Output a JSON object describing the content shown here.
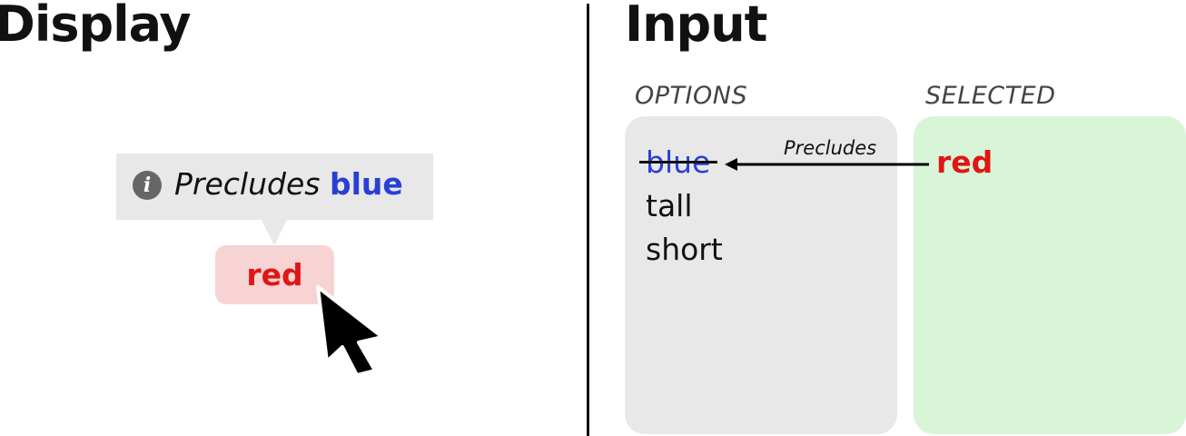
{
  "display": {
    "heading": "Display",
    "tooltip": {
      "icon": "info-icon",
      "verb": "Precludes",
      "target": "blue"
    },
    "chip_label": "red",
    "cursor_icon": "mouse-pointer-icon"
  },
  "input": {
    "heading": "Input",
    "options": {
      "label": "OPTIONS",
      "items": [
        "blue",
        "tall",
        "short"
      ],
      "struck_item": "blue"
    },
    "selected": {
      "label": "SELECTED",
      "items": [
        "red"
      ]
    },
    "arrow_label": "Precludes"
  },
  "colors": {
    "blue": "#2a3fd6",
    "red": "#e01616",
    "chip_bg": "#f7d3d3",
    "selected_bg": "#d8f5d8",
    "options_bg": "#e8e8e8"
  }
}
